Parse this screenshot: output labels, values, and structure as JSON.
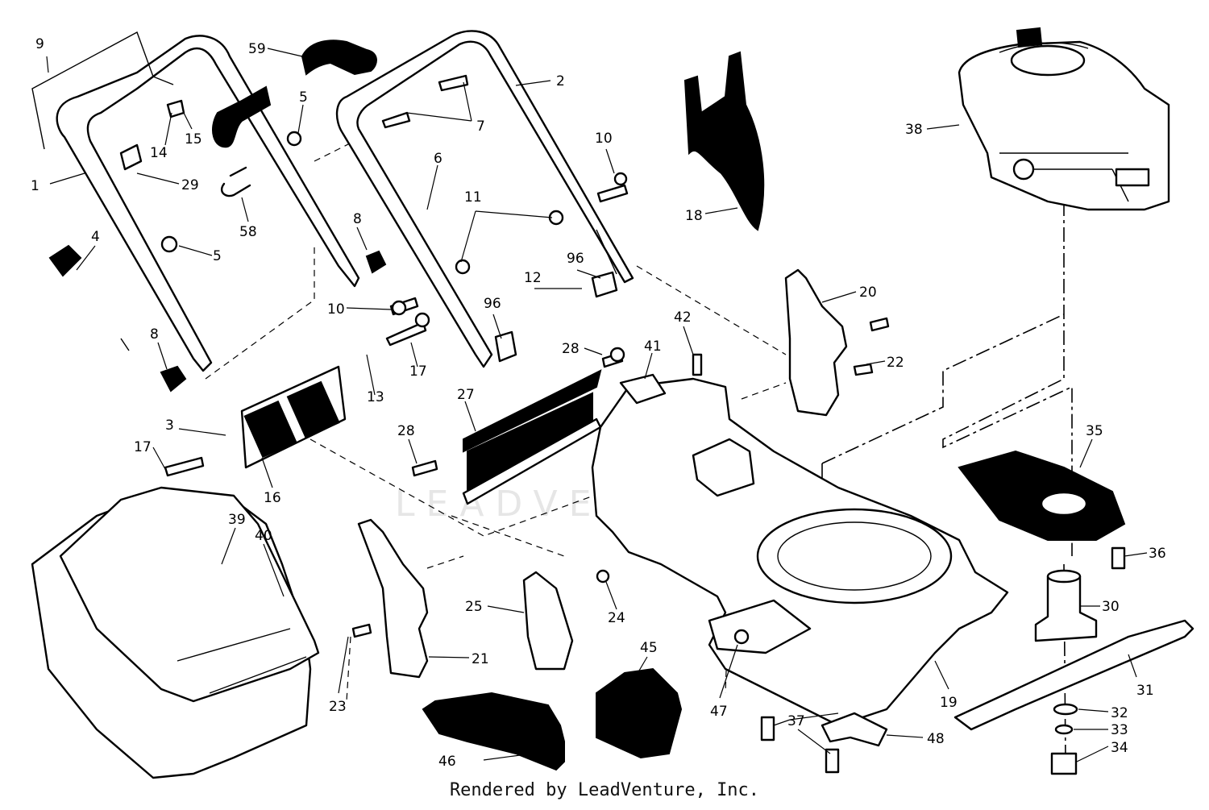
{
  "footer": {
    "text": "Rendered by LeadVenture, Inc."
  },
  "watermark": {
    "text": "LEADVENTURE"
  },
  "callouts": [
    "9",
    "59",
    "2",
    "5",
    "7",
    "14",
    "15",
    "1",
    "29",
    "58",
    "6",
    "10",
    "18",
    "38",
    "4",
    "5",
    "8",
    "11",
    "96",
    "12",
    "96",
    "10",
    "8",
    "17",
    "13",
    "28",
    "41",
    "42",
    "20",
    "22",
    "3",
    "27",
    "17",
    "16",
    "28",
    "35",
    "39",
    "40",
    "36",
    "25",
    "24",
    "30",
    "21",
    "23",
    "45",
    "47",
    "19",
    "31",
    "37",
    "32",
    "33",
    "48",
    "34",
    "46"
  ]
}
